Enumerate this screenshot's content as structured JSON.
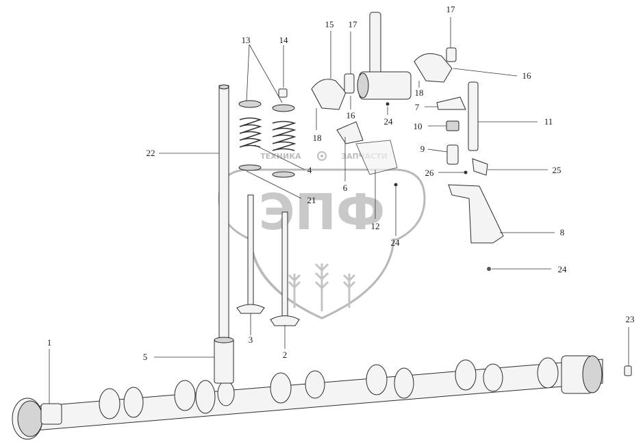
{
  "figure": "valve-train-exploded-view",
  "watermark": {
    "logo_text": "ЭПФ",
    "left_text": "ТЕХНИКА",
    "right_text": "ЗАПЧАСТИ",
    "gear_icon": "gear-icon",
    "wheat_icon": "wheat-icon"
  },
  "callouts": [
    {
      "id": "c1",
      "label": "1"
    },
    {
      "id": "c2",
      "label": "2"
    },
    {
      "id": "c3",
      "label": "3"
    },
    {
      "id": "c4",
      "label": "4"
    },
    {
      "id": "c5",
      "label": "5"
    },
    {
      "id": "c6",
      "label": "6"
    },
    {
      "id": "c7",
      "label": "7"
    },
    {
      "id": "c8",
      "label": "8"
    },
    {
      "id": "c9",
      "label": "9"
    },
    {
      "id": "c10",
      "label": "10"
    },
    {
      "id": "c11",
      "label": "11"
    },
    {
      "id": "c12",
      "label": "12"
    },
    {
      "id": "c13",
      "label": "13"
    },
    {
      "id": "c14",
      "label": "14"
    },
    {
      "id": "c15",
      "label": "15"
    },
    {
      "id": "c16a",
      "label": "16"
    },
    {
      "id": "c16b",
      "label": "16"
    },
    {
      "id": "c17a",
      "label": "17"
    },
    {
      "id": "c17b",
      "label": "17"
    },
    {
      "id": "c18a",
      "label": "18"
    },
    {
      "id": "c18b",
      "label": "18"
    },
    {
      "id": "c21",
      "label": "21"
    },
    {
      "id": "c22",
      "label": "22"
    },
    {
      "id": "c23",
      "label": "23"
    },
    {
      "id": "c24a",
      "label": "24"
    },
    {
      "id": "c24b",
      "label": "24"
    },
    {
      "id": "c24c",
      "label": "24"
    },
    {
      "id": "c25",
      "label": "25"
    },
    {
      "id": "c26",
      "label": "26"
    }
  ]
}
